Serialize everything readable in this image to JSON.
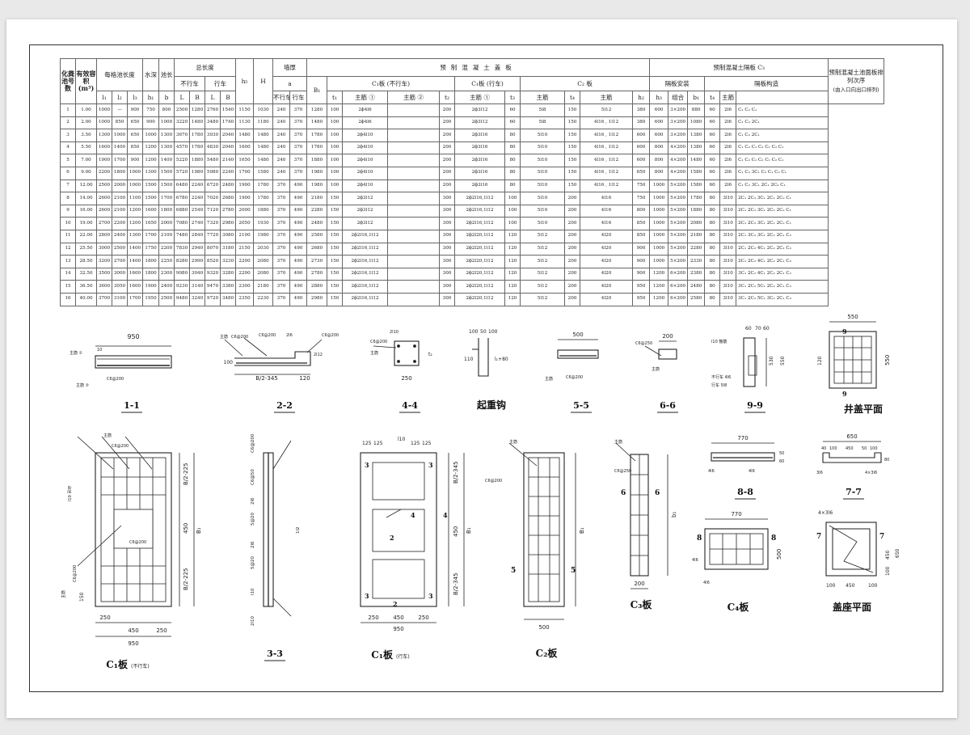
{
  "table": {
    "header": {
      "col_no": "化粪池号数",
      "col_vol": "有效容积",
      "col_vol_unit": "(m³)",
      "col_each_len": "每格池长度",
      "col_depth": "水深",
      "col_width": "池长",
      "col_total_len": "总长度",
      "col_no_traffic": "不行车",
      "col_traffic": "行车",
      "col_h5": "h₅",
      "col_H": "H",
      "col_wall": "墙厚",
      "col_wall_a": "a",
      "col_precast": "预制混凝土盖板",
      "col_B1": "B₁",
      "col_c1_notraffic": "C₁板 (不行车)",
      "col_c1_traffic": "C₁板 (行车)",
      "col_c2": "C₂ 板",
      "col_partition": "预制混凝土隔板 C₃",
      "col_partition_install": "隔板安装",
      "col_partition_struct": "隔板构造",
      "col_order": "预制混凝土池面板排列次序",
      "col_order_note": "(由入口向出口排列)",
      "sub_l1": "l₁",
      "sub_l2": "l₂",
      "sub_l3": "l₃",
      "sub_h1": "h₁",
      "sub_b": "b",
      "sub_L": "L",
      "sub_B": "B",
      "sub_t1": "t₁",
      "sub_main1": "主筋 ①",
      "sub_main2": "主筋 ②",
      "sub_t2": "t₂",
      "sub_t3": "t₃",
      "sub_main": "主筋",
      "sub_t4": "t₄",
      "sub_h2": "h₂",
      "sub_h3": "h₃",
      "sub_combo": "组合",
      "sub_b1": "b₁",
      "sub_t4b": "t₄"
    },
    "rows": [
      [
        "1",
        "1.00",
        "1000",
        "—",
        "900",
        "750",
        "800",
        "2500",
        "1280",
        "2760",
        "1540",
        "1150",
        "1030",
        "240",
        "370",
        "1280",
        "100",
        "2ϕ4l6",
        "",
        "200",
        "2ϕ3l12",
        "60",
        "5l8",
        "150",
        "5l12",
        "380",
        "600",
        "3×200",
        "880",
        "60",
        "2l6",
        "C₁ C₂ C₁"
      ],
      [
        "2",
        "2.00",
        "1000",
        "850",
        "650",
        "900",
        "1000",
        "3220",
        "1480",
        "3480",
        "1740",
        "1130",
        "1180",
        "240",
        "370",
        "1480",
        "100",
        "2ϕ4l6",
        "",
        "200",
        "2ϕ3l12",
        "60",
        "5l8",
        "150",
        "4l16 , 1l12",
        "380",
        "600",
        "3×200",
        "1080",
        "60",
        "2l6",
        "C₁ C₂ 2C₁"
      ],
      [
        "3",
        "3.50",
        "1300",
        "1000",
        "650",
        "1000",
        "1300",
        "3670",
        "1780",
        "3930",
        "2040",
        "1480",
        "1480",
        "240",
        "370",
        "1780",
        "100",
        "2ϕ4l10",
        "",
        "200",
        "2ϕ3l16",
        "80",
        "5l10",
        "150",
        "4l16 , 1l12",
        "600",
        "600",
        "3×200",
        "1380",
        "60",
        "2l6",
        "C₁ C₂ 2C₁"
      ],
      [
        "4",
        "5.50",
        "1600",
        "1400",
        "850",
        "1200",
        "1300",
        "4570",
        "1780",
        "4830",
        "2040",
        "1600",
        "1480",
        "240",
        "370",
        "1780",
        "100",
        "2ϕ4l10",
        "",
        "200",
        "2ϕ3l16",
        "80",
        "5l10",
        "150",
        "4l16 , 1l12",
        "600",
        "800",
        "4×200",
        "1380",
        "60",
        "2l6",
        "C₁ C₂ C₁ C₂ C₁ C₂ C₁"
      ],
      [
        "5",
        "7.00",
        "1900",
        "1700",
        "900",
        "1200",
        "1400",
        "5220",
        "1880",
        "5480",
        "2140",
        "1650",
        "1480",
        "240",
        "370",
        "1880",
        "100",
        "2ϕ4l10",
        "",
        "200",
        "2ϕ3l16",
        "80",
        "5l10",
        "150",
        "4l16 , 1l12",
        "600",
        "800",
        "4×200",
        "1480",
        "60",
        "2l6",
        "C₁ C₂ C₁ C₂ C₁ C₂ C₁"
      ],
      [
        "6",
        "9.00",
        "2200",
        "1800",
        "1000",
        "1300",
        "1500",
        "5720",
        "1980",
        "5980",
        "2240",
        "1700",
        "1580",
        "240",
        "370",
        "1980",
        "100",
        "2ϕ4l10",
        "",
        "200",
        "2ϕ3l16",
        "80",
        "5l10",
        "150",
        "4l16 , 1l12",
        "650",
        "800",
        "4×200",
        "1580",
        "60",
        "2l6",
        "C₁ C₂ 3C₁ C₂ C₁ C₂ C₁"
      ],
      [
        "7",
        "12.00",
        "2500",
        "2000",
        "1000",
        "1500",
        "1500",
        "6480",
        "2240",
        "6720",
        "2480",
        "1900",
        "1780",
        "370",
        "490",
        "1980",
        "100",
        "2ϕ4l10",
        "",
        "200",
        "2ϕ3l16",
        "80",
        "5l10",
        "150",
        "4l16 , 1l12",
        "750",
        "1000",
        "5×200",
        "1580",
        "60",
        "2l6",
        "C₁ C₂ 3C₁ 2C₁ 2C₂ C₁"
      ],
      [
        "8",
        "14.00",
        "2600",
        "2100",
        "1100",
        "1500",
        "1700",
        "6780",
        "2240",
        "7020",
        "2680",
        "1900",
        "1780",
        "370",
        "490",
        "2180",
        "150",
        "2ϕ3l12",
        "",
        "300",
        "2ϕ2l16,1l12",
        "100",
        "5l10",
        "200",
        "4l16",
        "750",
        "1000",
        "5×200",
        "1780",
        "80",
        "3l10",
        "2C₁ 2C₂ 3C₁ 2C₁ 2C₂ C₁"
      ],
      [
        "9",
        "16.00",
        "2600",
        "2100",
        "1200",
        "1600",
        "1800",
        "6880",
        "2540",
        "7120",
        "2780",
        "2000",
        "1880",
        "370",
        "490",
        "2280",
        "150",
        "2ϕ3l12",
        "",
        "300",
        "2ϕ2l16,1l12",
        "100",
        "5l10",
        "200",
        "4l16",
        "800",
        "1000",
        "5×200",
        "1880",
        "80",
        "3l10",
        "2C₁ 2C₂ 3C₁ 2C₁ 2C₂ C₁"
      ],
      [
        "10",
        "19.00",
        "2700",
        "2200",
        "1200",
        "1650",
        "2000",
        "7080",
        "2740",
        "7320",
        "2980",
        "2050",
        "1930",
        "370",
        "490",
        "2480",
        "150",
        "2ϕ3l12",
        "",
        "300",
        "2ϕ2l16,1l12",
        "100",
        "5l10",
        "200",
        "4l16",
        "850",
        "1000",
        "5×200",
        "2080",
        "80",
        "3l10",
        "2C₁ 2C₂ 3C₁ 2C₁ 2C₂ C₁"
      ],
      [
        "11",
        "22.00",
        "2800",
        "2400",
        "1300",
        "1700",
        "2100",
        "7480",
        "2840",
        "7720",
        "3080",
        "2100",
        "1980",
        "370",
        "490",
        "2580",
        "150",
        "2ϕ2l16,1l12",
        "",
        "300",
        "2ϕ2l20,1l12",
        "120",
        "5l12",
        "200",
        "4l20",
        "850",
        "1000",
        "5×200",
        "2180",
        "80",
        "3l10",
        "2C₁ 3C₂ 3C₁ 2C₂ 2C₁ C₂"
      ],
      [
        "12",
        "25.50",
        "3000",
        "2500",
        "1400",
        "1750",
        "2200",
        "7830",
        "2940",
        "8070",
        "3180",
        "2150",
        "2030",
        "370",
        "490",
        "2680",
        "150",
        "2ϕ2l16,1l12",
        "",
        "300",
        "2ϕ2l20,1l12",
        "120",
        "5l12",
        "200",
        "4l20",
        "900",
        "1000",
        "5×200",
        "2280",
        "80",
        "3l10",
        "2C₁ 2C₂ 4C₁ 2C₂ 2C₁ C₂"
      ],
      [
        "13",
        "28.50",
        "3200",
        "2700",
        "1400",
        "1800",
        "2250",
        "8280",
        "2990",
        "8520",
        "3230",
        "2200",
        "2080",
        "370",
        "490",
        "2730",
        "150",
        "2ϕ2l16,1l12",
        "",
        "300",
        "2ϕ2l20,1l12",
        "120",
        "5l12",
        "200",
        "4l20",
        "900",
        "1000",
        "5×200",
        "2330",
        "80",
        "3l10",
        "2C₁ 2C₂ 4C₁ 2C₂ 2C₁ C₂"
      ],
      [
        "14",
        "32.50",
        "3500",
        "3000",
        "1600",
        "1800",
        "2300",
        "9080",
        "3040",
        "9320",
        "3280",
        "2200",
        "2080",
        "370",
        "490",
        "2780",
        "150",
        "2ϕ2l16,1l12",
        "",
        "300",
        "2ϕ2l20,1l12",
        "120",
        "5l12",
        "200",
        "4l20",
        "900",
        "1200",
        "6×200",
        "2380",
        "80",
        "3l10",
        "3C₁ 2C₂ 4C₁ 2C₂ 2C₁ C₂"
      ],
      [
        "15",
        "36.50",
        "3600",
        "3050",
        "1600",
        "1900",
        "2400",
        "9230",
        "3140",
        "9470",
        "3380",
        "2300",
        "2180",
        "370",
        "490",
        "2880",
        "150",
        "2ϕ2l16,1l12",
        "",
        "300",
        "2ϕ2l20,1l12",
        "120",
        "5l12",
        "200",
        "4l20",
        "950",
        "1200",
        "6×200",
        "2480",
        "80",
        "3l10",
        "3C₁ 2C₂ 5C₁ 2C₂ 2C₁ C₂"
      ],
      [
        "16",
        "40.00",
        "3700",
        "3100",
        "1700",
        "1950",
        "2500",
        "9480",
        "3240",
        "9720",
        "3480",
        "2350",
        "2230",
        "370",
        "490",
        "2980",
        "150",
        "2ϕ2l16,1l12",
        "",
        "300",
        "2ϕ2l20,1l12",
        "120",
        "5l12",
        "200",
        "4l20",
        "950",
        "1200",
        "6×200",
        "2580",
        "80",
        "3l10",
        "3C₁ 2C₂ 5C₁ 3C₂ 2C₁ C₂"
      ]
    ]
  },
  "drawings": {
    "sec11": {
      "title": "1-1",
      "dim_top": "950",
      "notes": [
        "主筋 ①",
        "C6@200",
        "10",
        "主筋 ②"
      ]
    },
    "sec22": {
      "title": "2-2",
      "notes": [
        "主筋",
        "C6@200",
        "C6@200",
        "2l6",
        "2l12",
        "C6@200"
      ],
      "dims": [
        "B/2-345",
        "120",
        "100"
      ]
    },
    "sec44": {
      "title": "4-4",
      "notes": [
        "2l10",
        "C6@200",
        "主筋"
      ],
      "dims": [
        "250",
        "t₂"
      ]
    },
    "hook": {
      "title": "起重钩",
      "dims": [
        "100",
        "50",
        "100",
        "110",
        "l₁+80"
      ]
    },
    "sec55": {
      "title": "5-5",
      "dim_top": "500",
      "notes": [
        "主筋",
        "C6@200"
      ]
    },
    "sec66": {
      "title": "6-6",
      "dim_top": "200",
      "notes": [
        "C6@250",
        "主筋"
      ]
    },
    "sec99": {
      "title": "9-9",
      "dims": [
        "60",
        "70",
        "60",
        "530",
        "550"
      ],
      "notes": [
        "l10 箍筋",
        "不行车 4l6",
        "行车 5l8"
      ]
    },
    "well": {
      "title": "井盖平面",
      "dims": [
        "550",
        "550",
        "120"
      ],
      "marks": [
        "9",
        "9"
      ]
    },
    "c1": {
      "title": "C₁板",
      "note": "(不行车)",
      "dims_bottom": [
        "150",
        "250",
        "450",
        "250",
        "950"
      ],
      "dims_right": [
        "B/2-225",
        "450",
        "B/2-225",
        "B₁"
      ],
      "notes": [
        "主筋",
        "C6@200",
        "l10 吊环",
        "C6@200",
        "C6@200",
        "主筋"
      ]
    },
    "s33": {
      "title": "3-3",
      "dims": [
        "C6@200",
        "C6@50",
        "2l6",
        "5@20",
        "2l6",
        "5@20",
        "1l2",
        "l10",
        "2l10"
      ]
    },
    "c1t": {
      "title": "C₁板",
      "note": "(行车)",
      "dims_top": [
        "125",
        "125",
        "l10",
        "125",
        "125"
      ],
      "dims_bottom": [
        "250",
        "450",
        "250",
        "950"
      ],
      "dims_right": [
        "B/2-345",
        "450",
        "B/2-345",
        "B₁"
      ],
      "marks": [
        "3",
        "3",
        "4",
        "4",
        "2",
        "2",
        "3",
        "3"
      ]
    },
    "c2": {
      "title": "C₂板",
      "dims_bottom": [
        "500"
      ],
      "dims_right": [
        "B₁"
      ],
      "notes": [
        "主筋",
        "C6@200"
      ],
      "marks": [
        "5",
        "5"
      ]
    },
    "c3": {
      "title": "C₃板",
      "dims_bottom": [
        "200"
      ],
      "dims_right": [
        "b₁"
      ],
      "notes": [
        "主筋",
        "C6@250"
      ],
      "marks": [
        "6",
        "6"
      ]
    },
    "sec88": {
      "title": "8-8",
      "dim_top": "770",
      "notes": [
        "4l6",
        "4l6"
      ],
      "dims": [
        "50",
        "60"
      ]
    },
    "sec77": {
      "title": "7-7",
      "dim_top": "650",
      "dims": [
        "40",
        "100",
        "450",
        "50",
        "100",
        "80"
      ],
      "notes": [
        "3l6",
        "4×3l6"
      ]
    },
    "c4": {
      "title": "C₄板",
      "dims": [
        "770",
        "500",
        "4l6",
        "4l6"
      ],
      "marks": [
        "8",
        "8"
      ]
    },
    "seat": {
      "title": "盖座平面",
      "dims": [
        "4×3l6",
        "450",
        "100",
        "650",
        "100",
        "450",
        "100"
      ],
      "marks": [
        "7",
        "7"
      ]
    }
  }
}
